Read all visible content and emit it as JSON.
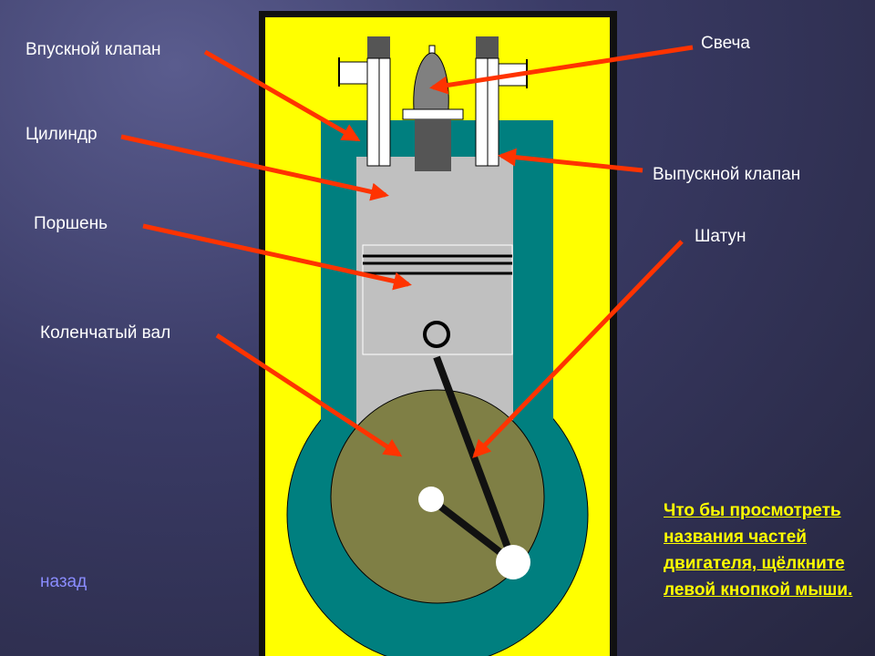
{
  "labels": {
    "intake_valve": "Впускной клапан",
    "cylinder": "Цилиндр",
    "piston": "Поршень",
    "crankshaft": "Коленчатый вал",
    "spark_plug": "Свеча",
    "exhaust_valve": "Выпускной клапан",
    "connecting_rod": "Шатун"
  },
  "nav": {
    "back_link": "назад"
  },
  "hint": "Что бы просмотреть названия частей двигателя, щёлкните левой кнопкой мыши.",
  "colors": {
    "frame": "#ffff00",
    "block": "#007f7f",
    "cylinder": "#c0c0c0",
    "crank": "#7f7f45",
    "arrow": "#ff3300"
  }
}
